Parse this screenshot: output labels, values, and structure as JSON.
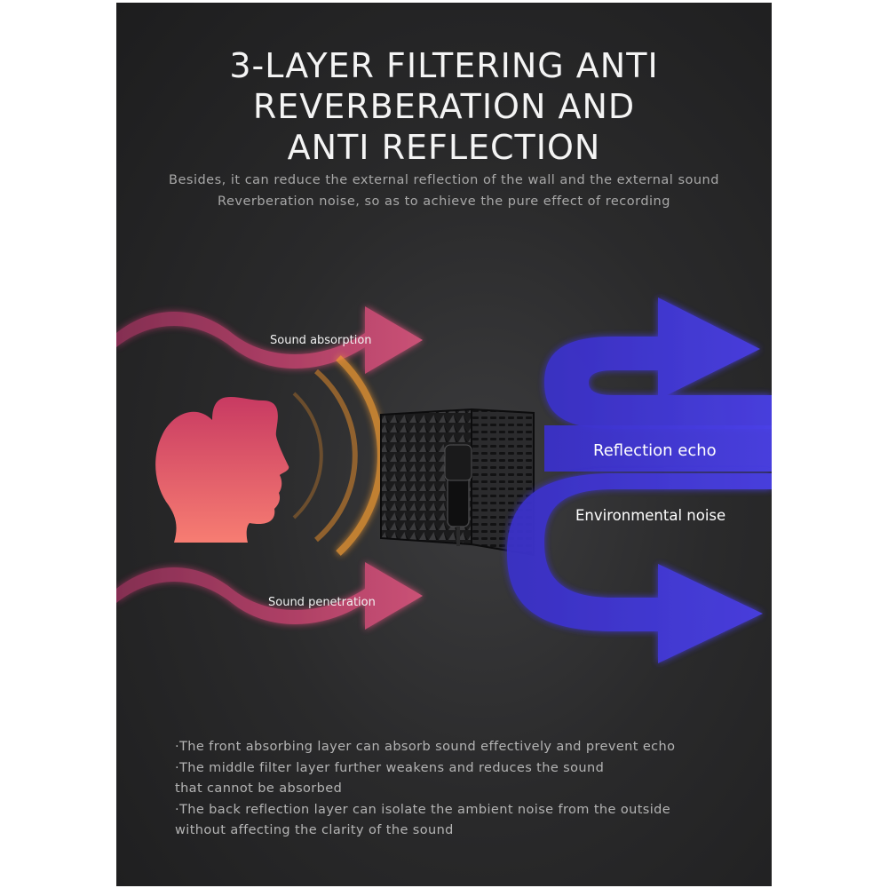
{
  "title": {
    "line1": "3-LAYER FILTERING ANTI",
    "line2": "REVERBERATION AND",
    "line3": "ANTI REFLECTION"
  },
  "subtitle": {
    "line1": "Besides, it can reduce the external reflection of the wall and the external sound",
    "line2": "Reverberation noise, so as to achieve the pure effect of recording"
  },
  "labels": {
    "sound_absorption": "Sound absorption",
    "sound_penetration": "Sound penetration",
    "reflection_echo": "Reflection echo",
    "environmental_noise": "Environmental noise"
  },
  "notes": [
    "·The front absorbing layer can absorb sound effectively and prevent echo",
    "·The middle filter layer further weakens and reduces the sound",
    "that cannot be absorbed",
    "·The back reflection layer can isolate the ambient noise from the outside",
    "without affecting the clarity of the sound"
  ],
  "colors": {
    "background": "#2a2a2b",
    "pink_arrow": "#b8436a",
    "blue_arrow": "#3d34d8",
    "head_top": "#c83a62",
    "head_bottom": "#f77d72",
    "sound_wave": "#e08a2c"
  },
  "icons": {
    "head": "head-silhouette-icon",
    "isolation_shield": "isolation-shield-image"
  }
}
